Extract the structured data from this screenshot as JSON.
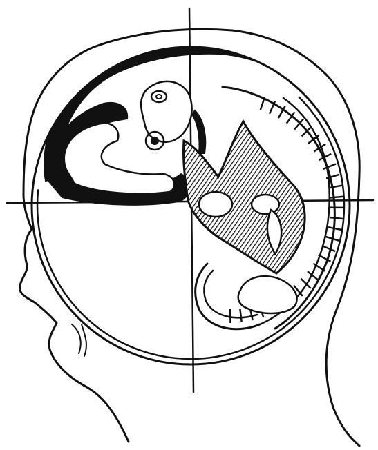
{
  "figure": {
    "palette": {
      "ink": "#111111",
      "paper": "#ffffff"
    },
    "hatching": true,
    "vertebra_segments": 30,
    "parts": [
      "head-profile",
      "skull-circle",
      "crosshair-axes",
      "embryo-outline",
      "spinal-segments",
      "eye",
      "ear"
    ]
  }
}
